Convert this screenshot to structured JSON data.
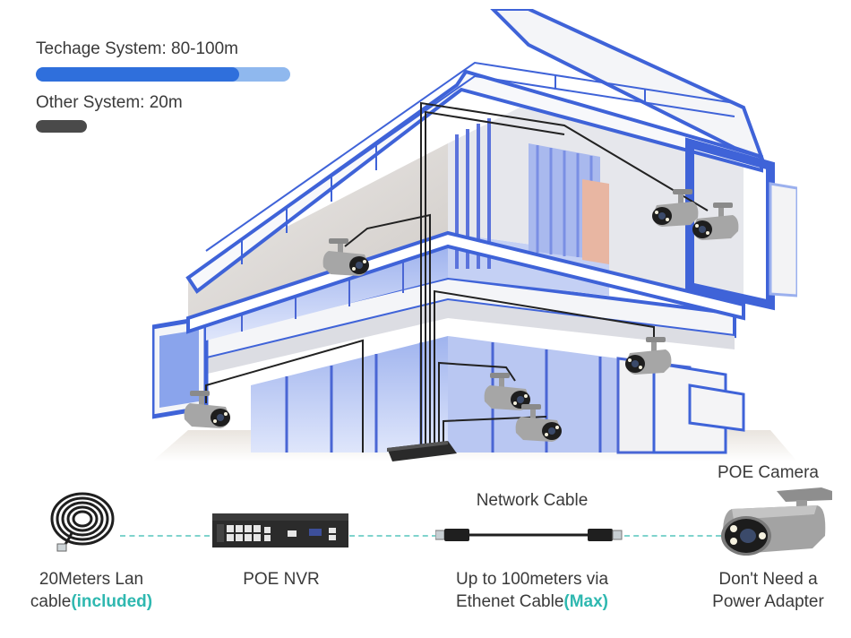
{
  "range_comparison": {
    "techage_label": "Techage System:  80-100m",
    "techage_range_min_m": 80,
    "techage_range_max_m": 100,
    "other_label": "Other System:  20m",
    "other_range_m": 20,
    "scale_max_m": 100,
    "colors": {
      "techage_fill": "#2f6fdc",
      "techage_track": "#8fb8ee",
      "other_fill": "#4a4a4a"
    }
  },
  "illustration": {
    "icons": [
      "building-icon",
      "bullet-camera-icon",
      "nvr-switch-icon",
      "network-cable-icon"
    ],
    "camera_count": 7,
    "colors": {
      "blue": "#3f63d8",
      "blue_light": "#8aa4ec",
      "white": "#f2f4f8",
      "floor": "#e8e3dd"
    }
  },
  "components": {
    "lan_cable": {
      "caption_line1": "20Meters Lan",
      "caption_line2_prefix": "cable",
      "caption_highlight": "(included)"
    },
    "nvr": {
      "caption": "POE NVR"
    },
    "network_cable": {
      "title": "Network Cable",
      "caption_line1": "Up to 100meters via",
      "caption_line2_prefix": "Ethenet Cable",
      "caption_highlight": "(Max)"
    },
    "poe_camera": {
      "title": "POE Camera",
      "caption_line1": "Don't Need a",
      "caption_line2": "Power Adapter"
    },
    "colors": {
      "highlight": "#2fb8b0",
      "connector_dash": "#7fd3cd"
    }
  }
}
